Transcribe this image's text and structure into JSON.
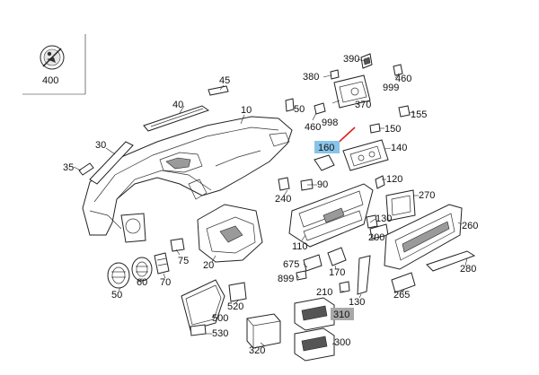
{
  "diagram": {
    "part_numbers": [
      {
        "id": "p400",
        "text": "400"
      },
      {
        "id": "p390",
        "text": "390"
      },
      {
        "id": "p380",
        "text": "380"
      },
      {
        "id": "p460a",
        "text": "460"
      },
      {
        "id": "p999a",
        "text": "999"
      },
      {
        "id": "p45",
        "text": "45"
      },
      {
        "id": "p40",
        "text": "40"
      },
      {
        "id": "p10",
        "text": "10"
      },
      {
        "id": "p370",
        "text": "370"
      },
      {
        "id": "p50a",
        "text": "50"
      },
      {
        "id": "p998",
        "text": "998"
      },
      {
        "id": "p460b",
        "text": "460"
      },
      {
        "id": "p155",
        "text": "155"
      },
      {
        "id": "p150",
        "text": "150"
      },
      {
        "id": "p30",
        "text": "30"
      },
      {
        "id": "p160",
        "text": "160",
        "highlight": "#88c4e8"
      },
      {
        "id": "p140",
        "text": "140"
      },
      {
        "id": "p35",
        "text": "35"
      },
      {
        "id": "p90",
        "text": "90"
      },
      {
        "id": "p120",
        "text": "120"
      },
      {
        "id": "p240",
        "text": "240"
      },
      {
        "id": "p270",
        "text": "270"
      },
      {
        "id": "p130a",
        "text": "130"
      },
      {
        "id": "p260",
        "text": "260"
      },
      {
        "id": "p110",
        "text": "110"
      },
      {
        "id": "p200",
        "text": "200"
      },
      {
        "id": "p75",
        "text": "75"
      },
      {
        "id": "p20",
        "text": "20"
      },
      {
        "id": "p675",
        "text": "675"
      },
      {
        "id": "p280",
        "text": "280"
      },
      {
        "id": "p170",
        "text": "170"
      },
      {
        "id": "p899",
        "text": "899"
      },
      {
        "id": "p50b",
        "text": "50"
      },
      {
        "id": "p60",
        "text": "60"
      },
      {
        "id": "p70",
        "text": "70"
      },
      {
        "id": "p210",
        "text": "210"
      },
      {
        "id": "p265",
        "text": "265"
      },
      {
        "id": "p520",
        "text": "520"
      },
      {
        "id": "p130b",
        "text": "130"
      },
      {
        "id": "p500",
        "text": "500"
      },
      {
        "id": "p310",
        "text": "310",
        "highlight": "#a8a8a8"
      },
      {
        "id": "p530",
        "text": "530"
      },
      {
        "id": "p320",
        "text": "320"
      },
      {
        "id": "p300",
        "text": "300"
      }
    ],
    "arrow_color": "#e0201b",
    "icon": "airbag-warning-icon"
  }
}
